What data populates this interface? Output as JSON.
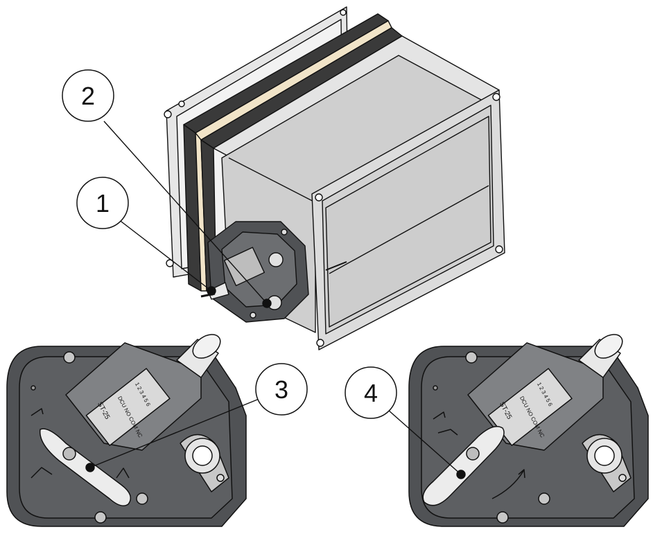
{
  "callouts": [
    {
      "id": "callout-1",
      "label": "1"
    },
    {
      "id": "callout-2",
      "label": "2"
    },
    {
      "id": "callout-3",
      "label": "3"
    },
    {
      "id": "callout-4",
      "label": "4"
    }
  ],
  "terminal": {
    "left": {
      "model": "ST-25",
      "codes": "DCU  NO  COM  NC",
      "numbers": "1 2 3 4 5 6"
    },
    "right": {
      "model": "ST-25",
      "codes": "DCU  NO  COM  NC",
      "numbers": "1 2 3 4 5 6"
    }
  },
  "colors": {
    "line": "#111111",
    "housing": "#505255",
    "housing_light": "#6c6e71",
    "frame": "#dcdcdc",
    "duct_inside": "#c9c9c9",
    "gasket": "#3a3a3a",
    "lever": "#e9e9e9"
  }
}
